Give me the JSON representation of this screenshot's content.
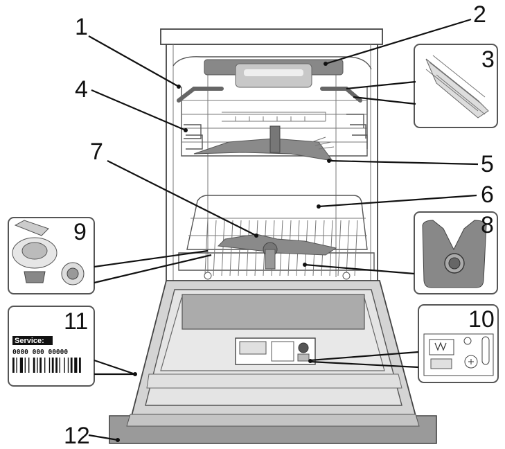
{
  "callouts": {
    "c1": "1",
    "c2": "2",
    "c3": "3",
    "c4": "4",
    "c5": "5",
    "c6": "6",
    "c7": "7",
    "c8": "8",
    "c9": "9",
    "c10": "10",
    "c11": "11",
    "c12": "12"
  },
  "service_label": {
    "title": "Service:",
    "code": "0000 000 00000"
  }
}
